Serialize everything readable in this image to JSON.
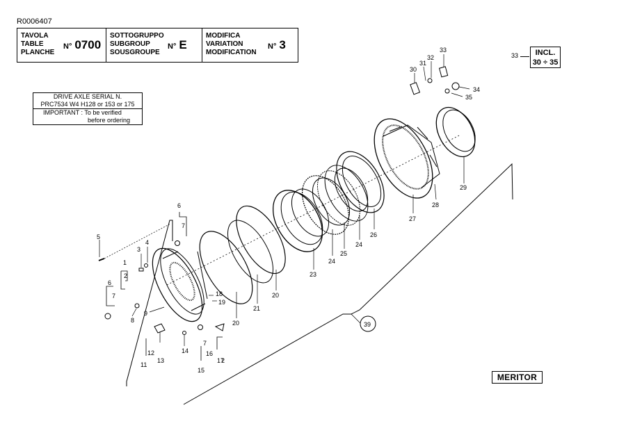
{
  "document_id": "R0006407",
  "header": {
    "table": {
      "labels": [
        "TAVOLA",
        "TABLE",
        "PLANCHE"
      ],
      "prefix": "N°",
      "value": "0700"
    },
    "subgroup": {
      "labels": [
        "SOTTOGRUPPO",
        "SUBGROUP",
        "SOUSGROUPE"
      ],
      "prefix": "N°",
      "value": "E"
    },
    "modification": {
      "labels": [
        "MODIFICA",
        "VARIATION",
        "MODIFICATION"
      ],
      "prefix": "N°",
      "value": "3"
    }
  },
  "serial_note": {
    "line1": "DRIVE AXLE SERIAL N.",
    "line2": "PRC7534 W4 H128 or 153 or 175",
    "line3": "IMPORTANT : To be verified",
    "line4": "before ordering"
  },
  "incl_box": {
    "ref": "33",
    "line1": "INCL.",
    "line2": "30 ÷ 35"
  },
  "brand": "MERITOR",
  "callouts": {
    "c1": "1",
    "c2a": "2",
    "c2b": "2",
    "c3": "3",
    "c4": "4",
    "c5": "5",
    "c6a": "6",
    "c6b": "6",
    "c7a": "7",
    "c7b": "7",
    "c7c": "7",
    "c8": "8",
    "c9": "9",
    "c11": "11",
    "c12": "12",
    "c13": "13",
    "c14": "14",
    "c15": "15",
    "c16": "16",
    "c17": "17",
    "c18": "18",
    "c19": "19",
    "c20a": "20",
    "c20b": "20",
    "c21": "21",
    "c23": "23",
    "c24a": "24",
    "c24b": "24",
    "c25": "25",
    "c26": "26",
    "c27": "27",
    "c28": "28",
    "c29": "29",
    "c30": "30",
    "c31": "31",
    "c32": "32",
    "c33": "33",
    "c34": "34",
    "c35": "35",
    "c39": "39"
  }
}
